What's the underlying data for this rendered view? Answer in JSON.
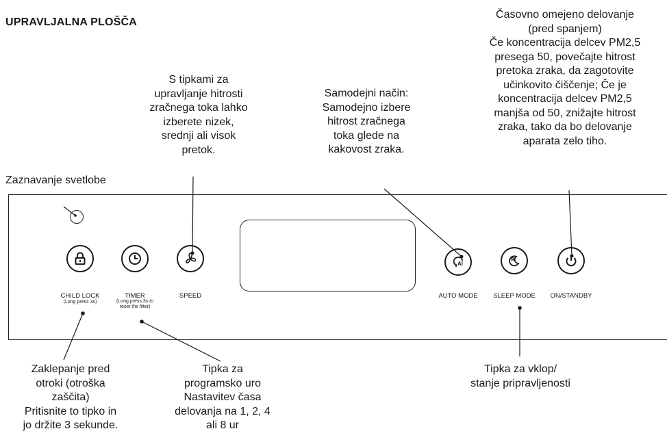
{
  "title": "UPRAVLJALNA PLOŠČA",
  "callouts": {
    "light_sensor": "Zaznavanje svetlobe",
    "speed": "S tipkami za\nupravljanje hitrosti\nzračnega toka lahko\nizberete nizek,\nsrednji ali visok\npretok.",
    "auto": "Samodejni način:\nSamodejno izbere\nhitrost zračnega\ntoka glede na\nkakovost zraka.",
    "sleep": "Časovno omejeno delovanje\n(pred spanjem)\nČe koncentracija delcev PM2,5\npresega 50, povečajte hitrost\npretoka zraka, da zagotovite\nučinkovito čiščenje; Če je\nkoncentracija delcev PM2,5\nmanjša od 50, znižajte hitrost\nzraka, tako da bo delovanje\naparata zelo tiho.",
    "child_lock": "Zaklepanje pred\notroki (otroška\nzaščita)\nPritisnite to tipko in\njo držite 3 sekunde.",
    "timer": "Tipka za\nprogramsko uro\nNastavitev časa\ndelovanja na 1, 2, 4\nali 8 ur",
    "power": "Tipka za vklop/\nstanje pripravljenosti"
  },
  "buttons": {
    "child_lock": {
      "label": "CHILD LOCK",
      "sub": "(Long press 3s)",
      "icon": "padlock-icon"
    },
    "timer": {
      "label": "TIMER",
      "sub": "(Long press 3s to\nreset the filter)",
      "icon": "clock-icon"
    },
    "speed": {
      "label": "SPEED",
      "icon": "fan-icon"
    },
    "auto": {
      "label": "AUTO MODE",
      "icon": "ai-head-icon",
      "icon_text": "AI"
    },
    "sleep": {
      "label": "SLEEP MODE",
      "icon": "moon-star-icon"
    },
    "power": {
      "label": "ON/STANDBY",
      "icon": "power-icon"
    }
  }
}
